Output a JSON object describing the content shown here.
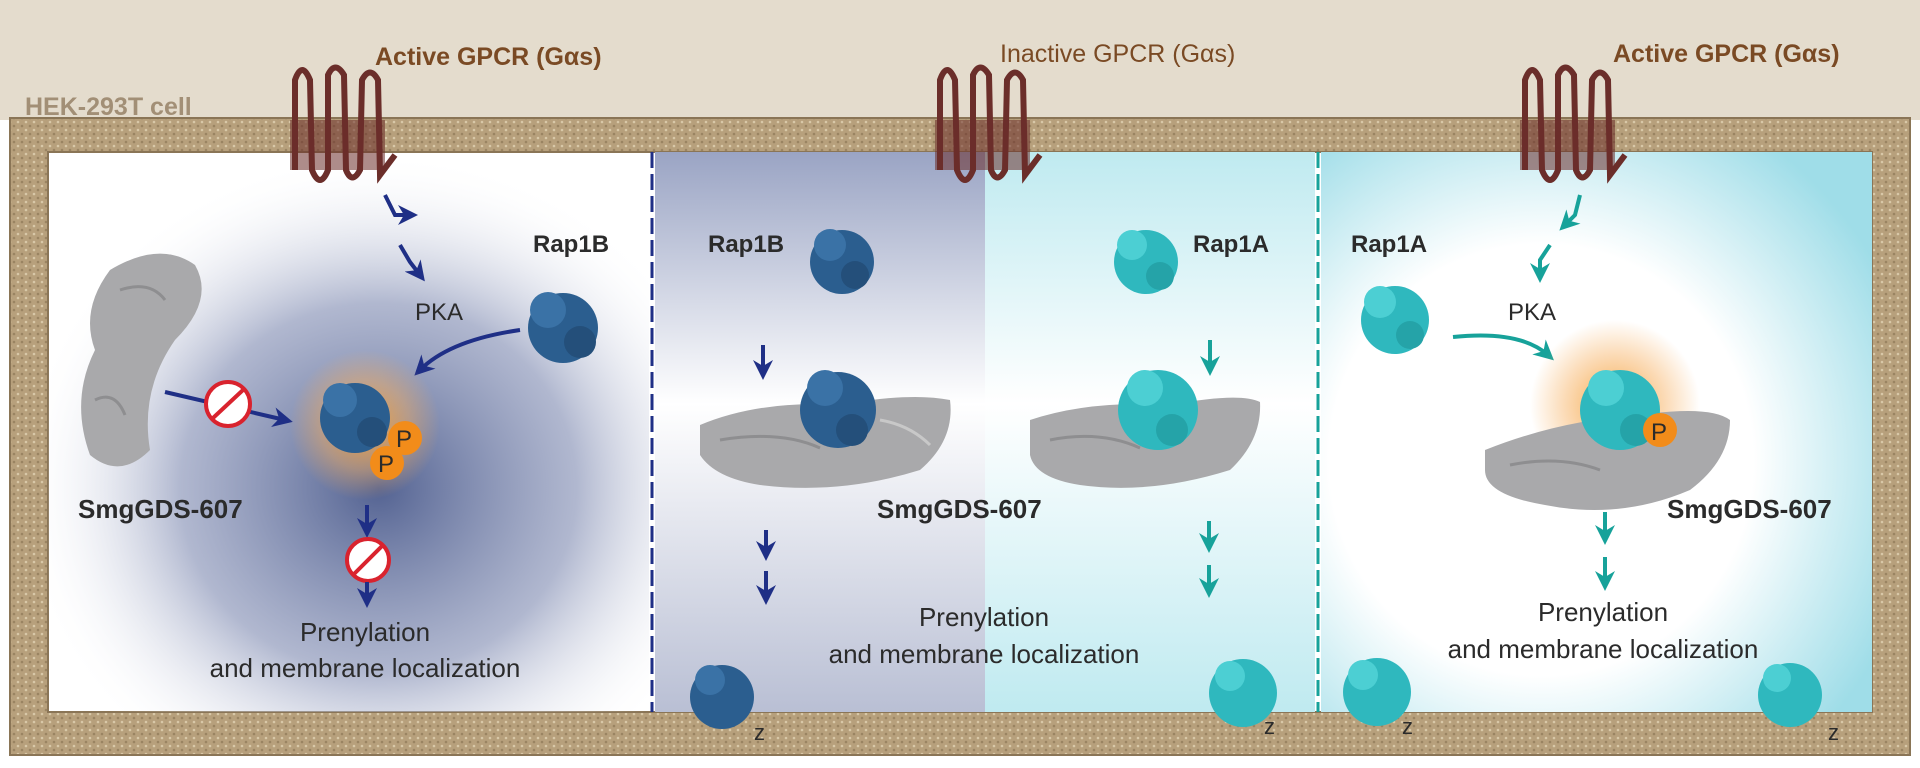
{
  "cell": {
    "name": "HEK-293T cell",
    "colors": {
      "extracellular": "#e6ded2",
      "membrane": "#b19a78",
      "border": "#ffffff"
    }
  },
  "panels": [
    {
      "id": "panel-1",
      "gpcr_label": "Active GPCR (Gαs)",
      "small_gtpase": "Rap1B",
      "kinase": "PKA",
      "chaperone": "SmgGDS-607",
      "phospho_marks": [
        "P",
        "P"
      ],
      "outcome_line1": "Prenylation",
      "outcome_line2": "and membrane localization",
      "colors": {
        "glow": "#4a5a8c",
        "arrow": "#1f2f86",
        "protein": "#2b5e8f",
        "phospho": "#f28c1a"
      }
    },
    {
      "id": "panel-2",
      "gpcr_label": "Inactive GPCR (Gαs)",
      "small_gtpase": "Rap1B",
      "chaperone": "SmgGDS-607",
      "outcome_line1": "Prenylation",
      "outcome_line2": "and membrane localization",
      "colors": {
        "glow": "#a5aec9",
        "arrow": "#1f2f86",
        "protein": "#2b5e8f"
      }
    },
    {
      "id": "panel-3",
      "small_gtpase": "Rap1A",
      "colors": {
        "glow": "#bde9ee",
        "arrow": "#17a29a",
        "protein": "#2fb8be"
      }
    },
    {
      "id": "panel-4",
      "gpcr_label": "Active GPCR (Gαs)",
      "small_gtpase": "Rap1A",
      "kinase": "PKA",
      "chaperone": "SmgGDS-607",
      "phospho_marks": [
        "P"
      ],
      "outcome_line1": "Prenylation",
      "outcome_line2": "and membrane localization",
      "colors": {
        "glow": "#9fdde8",
        "arrow": "#17a29a",
        "protein": "#2fb8be",
        "phospho": "#f28c1a"
      }
    }
  ],
  "membrane_marks": [
    "z",
    "z",
    "z",
    "z"
  ],
  "colors": {
    "gpcr": "#6b2e2a",
    "smggds": "#a9a9ab",
    "block_sign": "#d9232e",
    "text": "#2b2b2b",
    "gpcr_text": "#7a4a24"
  }
}
